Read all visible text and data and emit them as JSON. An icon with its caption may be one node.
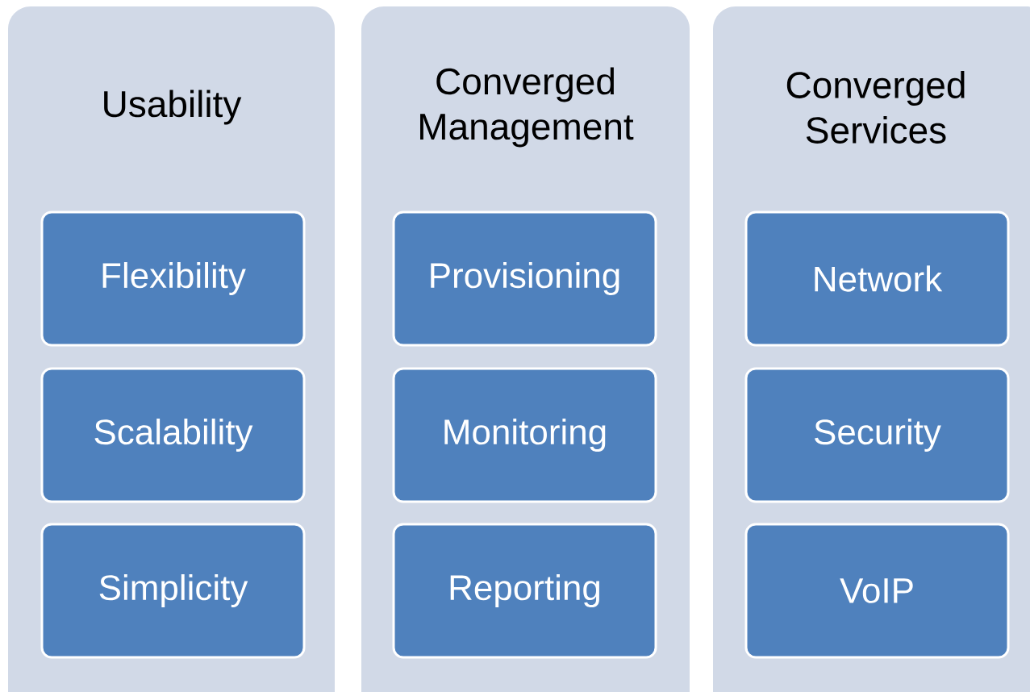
{
  "diagram": {
    "nodes": [
      {
        "text": [
          "Usability"
        ]
      },
      {
        "text": [
          "Flexibility"
        ],
        "in": 0
      },
      {
        "text": [
          "Scalability"
        ],
        "in": 0
      },
      {
        "text": [
          "Simplicity"
        ],
        "in": 0
      },
      {
        "text": [
          "Converged Management"
        ]
      },
      {
        "text": [
          "Provisioning"
        ],
        "in": 4
      },
      {
        "text": [
          "Monitoring"
        ],
        "in": 4
      },
      {
        "text": [
          "Reporting"
        ],
        "in": 4
      },
      {
        "text": [
          "Converged Services"
        ]
      },
      {
        "text": [
          "Network"
        ],
        "in": 8
      },
      {
        "text": [
          "Security"
        ],
        "in": 8
      },
      {
        "text": [
          "VoIP"
        ],
        "in": 8
      }
    ]
  }
}
